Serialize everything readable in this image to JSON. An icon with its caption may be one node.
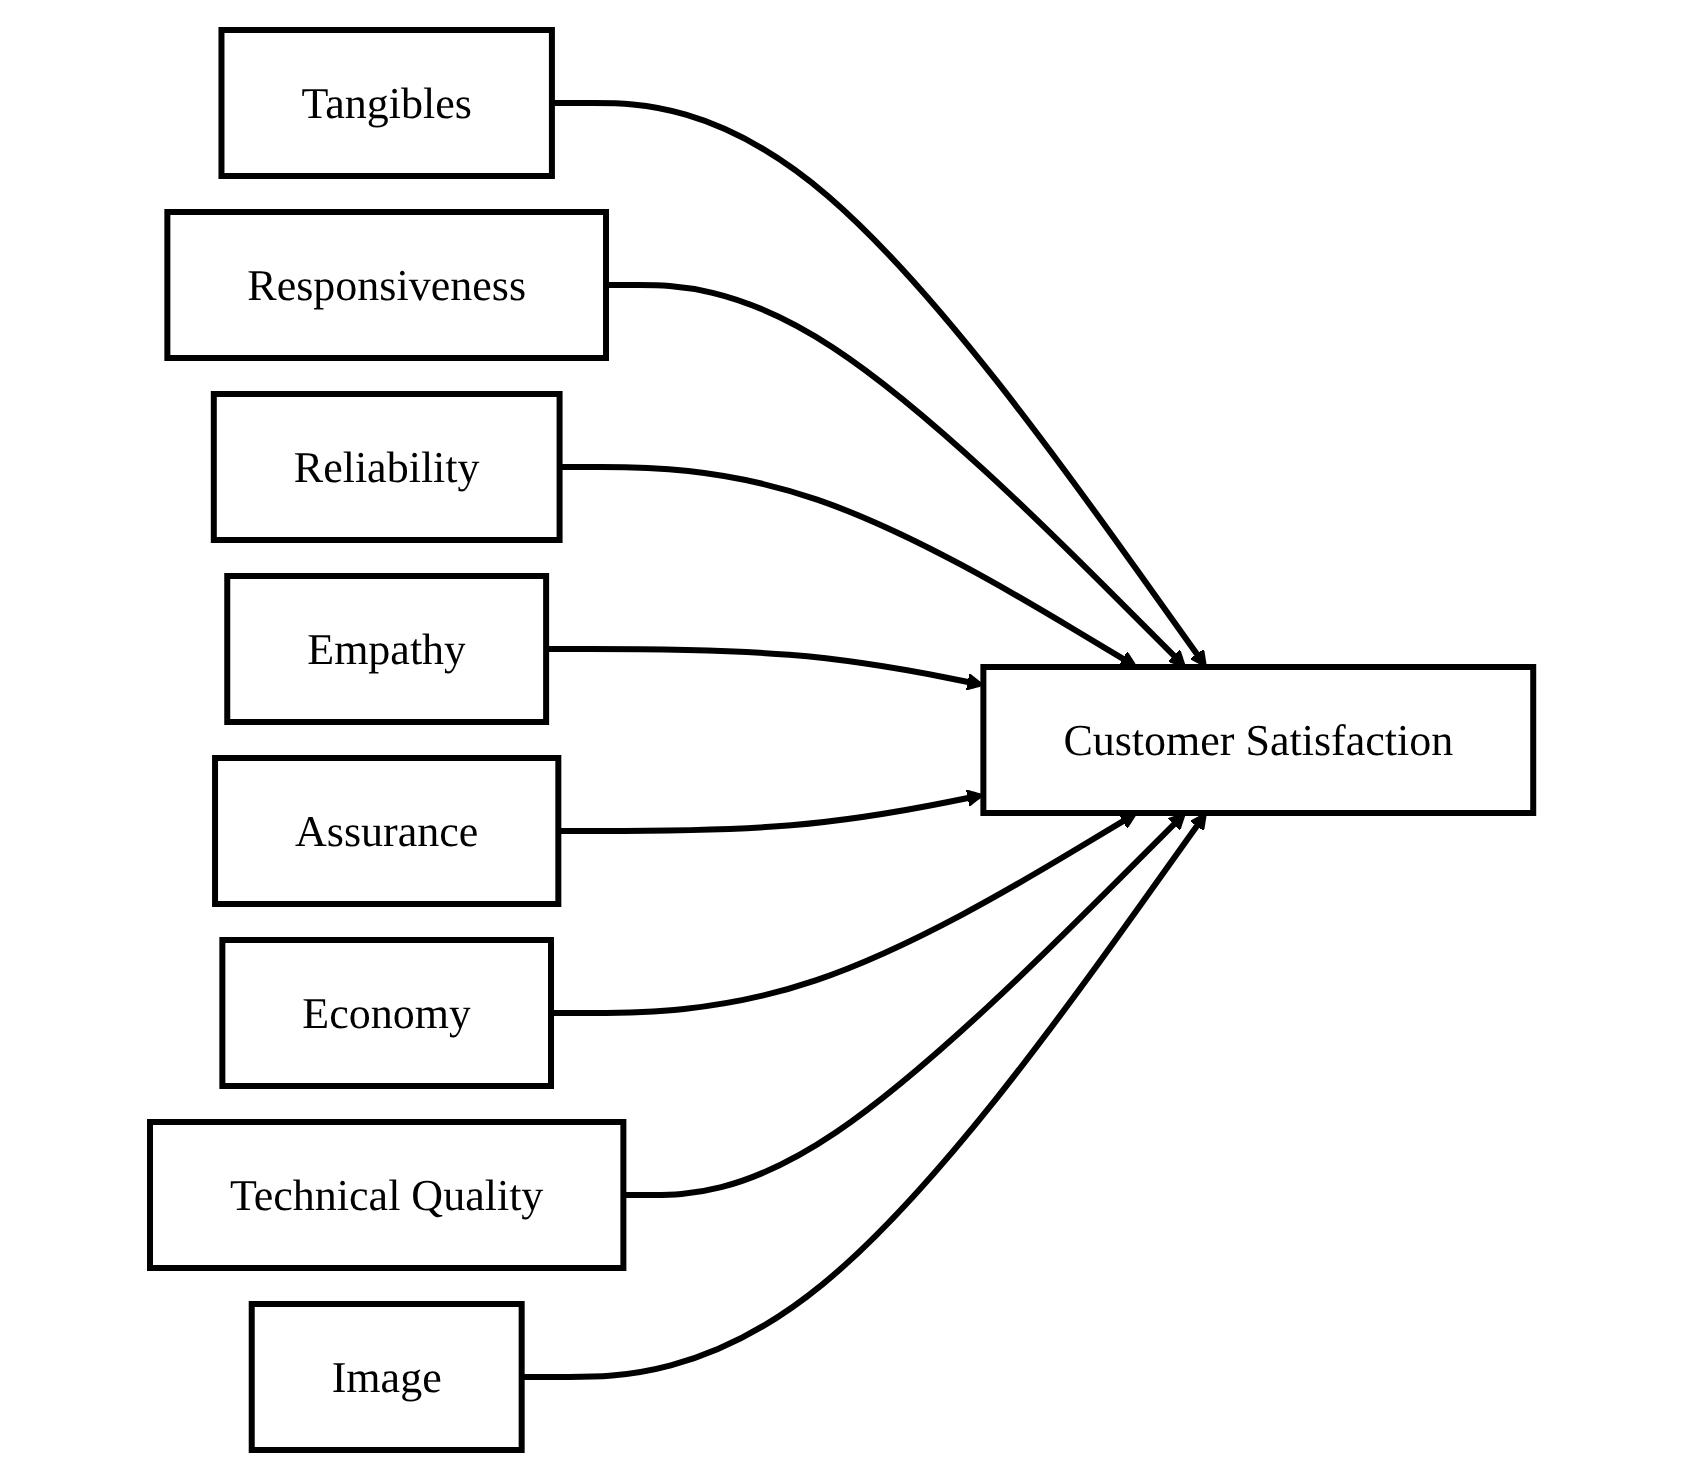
{
  "diagram": {
    "nodes": [
      {
        "text": [
          "Tangibles"
        ]
      },
      {
        "text": [
          "Responsiveness"
        ]
      },
      {
        "text": [
          "Reliability"
        ]
      },
      {
        "text": [
          "Empathy"
        ]
      },
      {
        "text": [
          "Assurance"
        ]
      },
      {
        "text": [
          "Economy"
        ]
      },
      {
        "text": [
          "Technical Quality"
        ]
      },
      {
        "text": [
          "Image"
        ]
      },
      {
        "text": [
          "Customer Satisfaction"
        ]
      }
    ],
    "edges": [
      {
        "from": 0,
        "to": 8,
        "arrow": "to"
      },
      {
        "from": 1,
        "to": 8,
        "arrow": "to"
      },
      {
        "from": 2,
        "to": 8,
        "arrow": "to"
      },
      {
        "from": 3,
        "to": 8,
        "arrow": "to"
      },
      {
        "from": 4,
        "to": 8,
        "arrow": "to"
      },
      {
        "from": 5,
        "to": 8,
        "arrow": "to"
      },
      {
        "from": 6,
        "to": 8,
        "arrow": "to"
      },
      {
        "from": 7,
        "to": 8,
        "arrow": "to"
      }
    ]
  }
}
